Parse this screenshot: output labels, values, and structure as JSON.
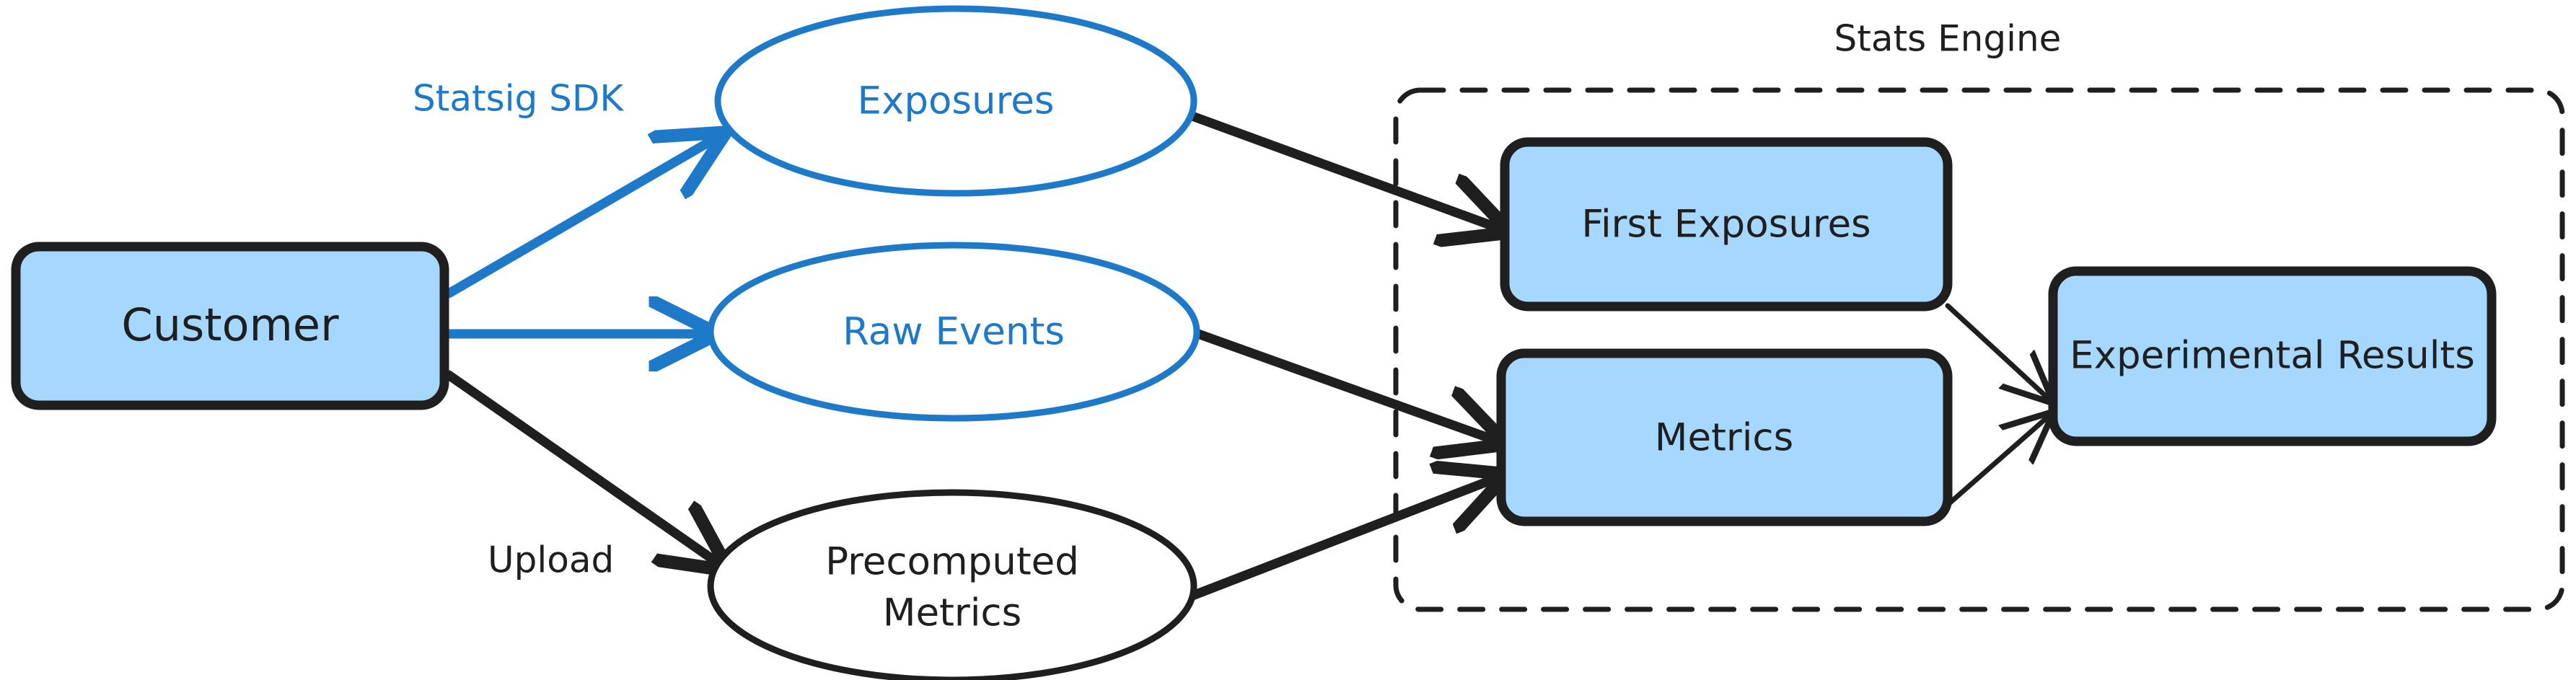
{
  "diagram": {
    "type": "flowchart",
    "direction": "left-to-right",
    "background": "#ffffff",
    "colors": {
      "node_fill": "#a6d8ff",
      "node_stroke": "#1f1f1f",
      "blue_accent": "#1f79c9",
      "black": "#1f1f1f",
      "white": "#ffffff"
    },
    "subgraph": {
      "label": "Stats Engine",
      "border_style": "dashed",
      "border_color": "#1f1f1f"
    },
    "nodes": [
      {
        "id": "customer",
        "label": "Customer",
        "shape": "rounded-rect",
        "fill": "#a6d8ff",
        "stroke": "#1f1f1f",
        "text_color": "#1f1f1f"
      },
      {
        "id": "exposures",
        "label": "Exposures",
        "shape": "ellipse",
        "fill": "#ffffff",
        "stroke": "#1f79c9",
        "text_color": "#1f79c9"
      },
      {
        "id": "raw_events",
        "label": "Raw Events",
        "shape": "ellipse",
        "fill": "#ffffff",
        "stroke": "#1f79c9",
        "text_color": "#1f79c9"
      },
      {
        "id": "precomputed",
        "label": "Precomputed Metrics",
        "label_line1": "Precomputed",
        "label_line2": "Metrics",
        "shape": "ellipse",
        "fill": "#ffffff",
        "stroke": "#1f1f1f",
        "text_color": "#1f1f1f"
      },
      {
        "id": "first_exposures",
        "label": "First Exposures",
        "shape": "rounded-rect",
        "fill": "#a6d8ff",
        "stroke": "#1f1f1f",
        "text_color": "#1f1f1f",
        "group": "Stats Engine"
      },
      {
        "id": "metrics",
        "label": "Metrics",
        "shape": "rounded-rect",
        "fill": "#a6d8ff",
        "stroke": "#1f1f1f",
        "text_color": "#1f1f1f",
        "group": "Stats Engine"
      },
      {
        "id": "experimental_results",
        "label": "Experimental Results",
        "shape": "rounded-rect",
        "fill": "#a6d8ff",
        "stroke": "#1f1f1f",
        "text_color": "#1f1f1f",
        "group": "Stats Engine"
      }
    ],
    "edges": [
      {
        "from": "customer",
        "to": "exposures",
        "label": "Statsig SDK",
        "label_color": "#1f79c9",
        "color": "#1f79c9",
        "width": "thick"
      },
      {
        "from": "customer",
        "to": "raw_events",
        "label": "",
        "label_color": "",
        "color": "#1f79c9",
        "width": "thick"
      },
      {
        "from": "customer",
        "to": "precomputed",
        "label": "Upload",
        "label_color": "#1f1f1f",
        "color": "#1f1f1f",
        "width": "thick"
      },
      {
        "from": "exposures",
        "to": "first_exposures",
        "label": "",
        "label_color": "",
        "color": "#1f1f1f",
        "width": "thick"
      },
      {
        "from": "raw_events",
        "to": "metrics",
        "label": "",
        "label_color": "",
        "color": "#1f1f1f",
        "width": "thick"
      },
      {
        "from": "precomputed",
        "to": "metrics",
        "label": "",
        "label_color": "",
        "color": "#1f1f1f",
        "width": "thick"
      },
      {
        "from": "first_exposures",
        "to": "experimental_results",
        "label": "",
        "label_color": "",
        "color": "#1f1f1f",
        "width": "thin"
      },
      {
        "from": "metrics",
        "to": "experimental_results",
        "label": "",
        "label_color": "",
        "color": "#1f1f1f",
        "width": "thin"
      }
    ]
  },
  "labels": {
    "customer": "Customer",
    "exposures": "Exposures",
    "raw_events": "Raw Events",
    "precomputed_line1": "Precomputed",
    "precomputed_line2": "Metrics",
    "first_exposures": "First Exposures",
    "metrics": "Metrics",
    "experimental_results": "Experimental Results",
    "stats_engine": "Stats Engine",
    "statsig_sdk": "Statsig SDK",
    "upload": "Upload"
  }
}
